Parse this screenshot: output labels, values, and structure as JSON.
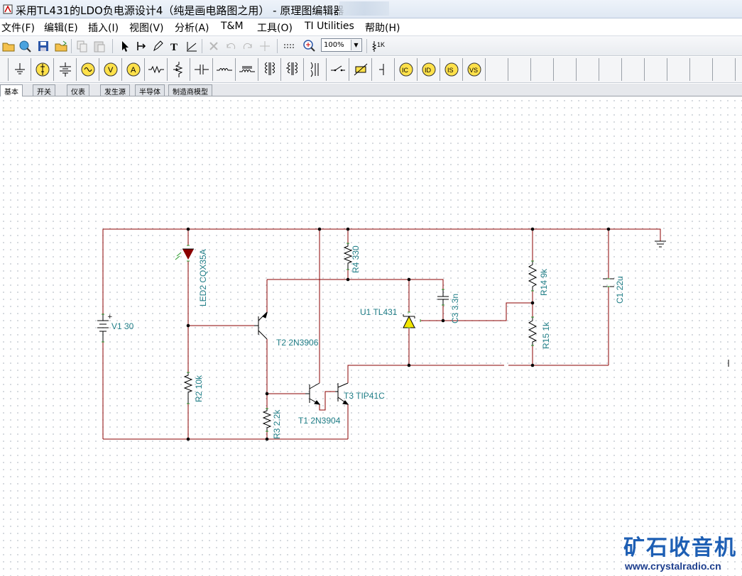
{
  "window": {
    "title": "采用TL431的LDO负电源设计4（纯是画电路图之用） - 原理图编辑器"
  },
  "menu": [
    "文件(F)",
    "编辑(E)",
    "插入(I)",
    "视图(V)",
    "分析(A)",
    "T&M",
    "工具(O)",
    "TI Utilities",
    "帮助(H)"
  ],
  "toolbar": {
    "zoom_value": "100%"
  },
  "component_tabs": [
    "基本",
    "开关",
    "仪表",
    "发生源",
    "半导体",
    "制造商模型"
  ],
  "schematic": {
    "labels": {
      "led2": "LED2 CQX35A",
      "r4": "R4 330",
      "r14": "R14 9k",
      "c1": "C1 22u",
      "u1": "U1 TL431",
      "c3": "C3 3.3n",
      "v1": "V1 30",
      "t2": "T2 2N3906",
      "r15": "R15 1k",
      "r2": "R2 10k",
      "t3": "T3 TIP41C",
      "t1": "T1 2N3904",
      "r3": "R3 2.2k"
    }
  },
  "watermark": {
    "title": "矿石收音机",
    "url": "www.crystalradio.cn"
  }
}
